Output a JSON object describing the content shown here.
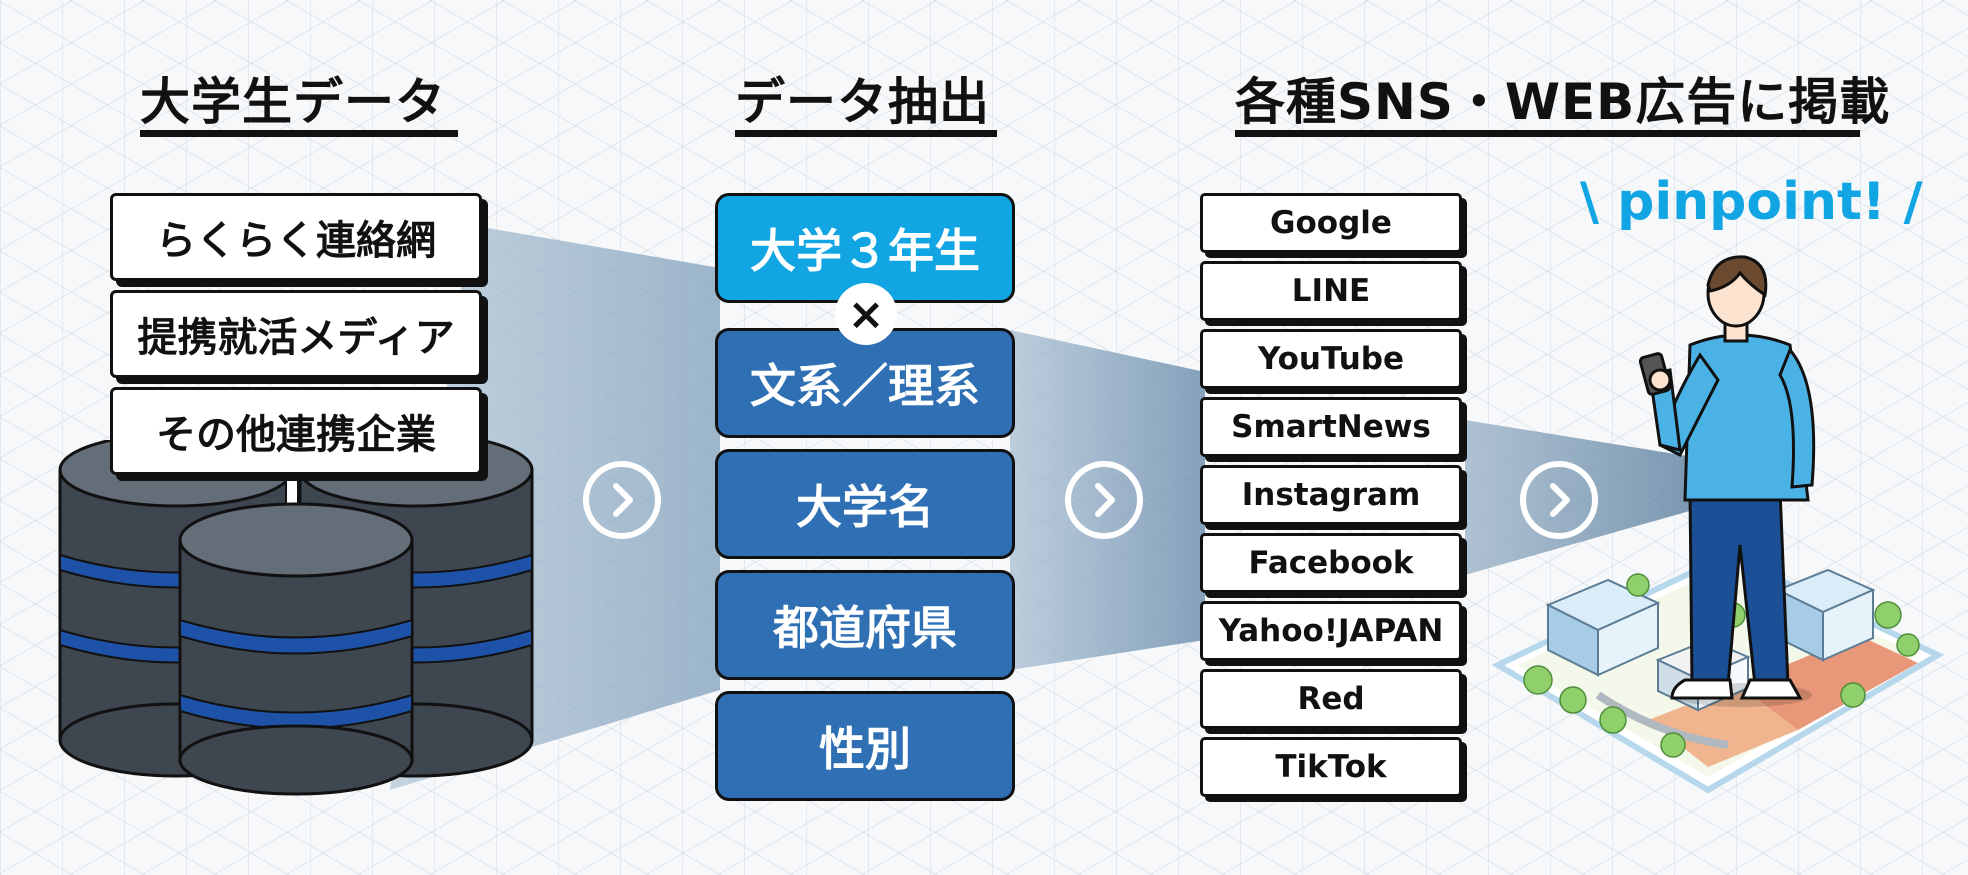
{
  "headings": {
    "source": "大学生データ",
    "extract": "データ抽出",
    "publish": "各種SNS・WEB広告に掲載"
  },
  "data_sources": [
    "らくらく連絡網",
    "提携就活メディア",
    "その他連携企業"
  ],
  "filters": [
    "大学３年生",
    "文系／理系",
    "大学名",
    "都道府県",
    "性別"
  ],
  "times_symbol": "×",
  "media": [
    "Google",
    "LINE",
    "YouTube",
    "SmartNews",
    "Instagram",
    "Facebook",
    "Yahoo!JAPAN",
    "Red",
    "TikTok"
  ],
  "callout": {
    "left_mark": "\\",
    "text": "pinpoint!",
    "right_mark": "/"
  },
  "icons": {
    "database": "database-stack-icon",
    "arrow": "chevron-right-circle-icon",
    "person": "person-with-phone-illustration",
    "city": "isometric-city-illustration"
  },
  "colors": {
    "active_filter": "#12a5e3",
    "filter": "#2f6fb4",
    "db_stripe": "#1e52a8",
    "funnel": "#6d90ad",
    "accent_text": "#12a5e3"
  }
}
